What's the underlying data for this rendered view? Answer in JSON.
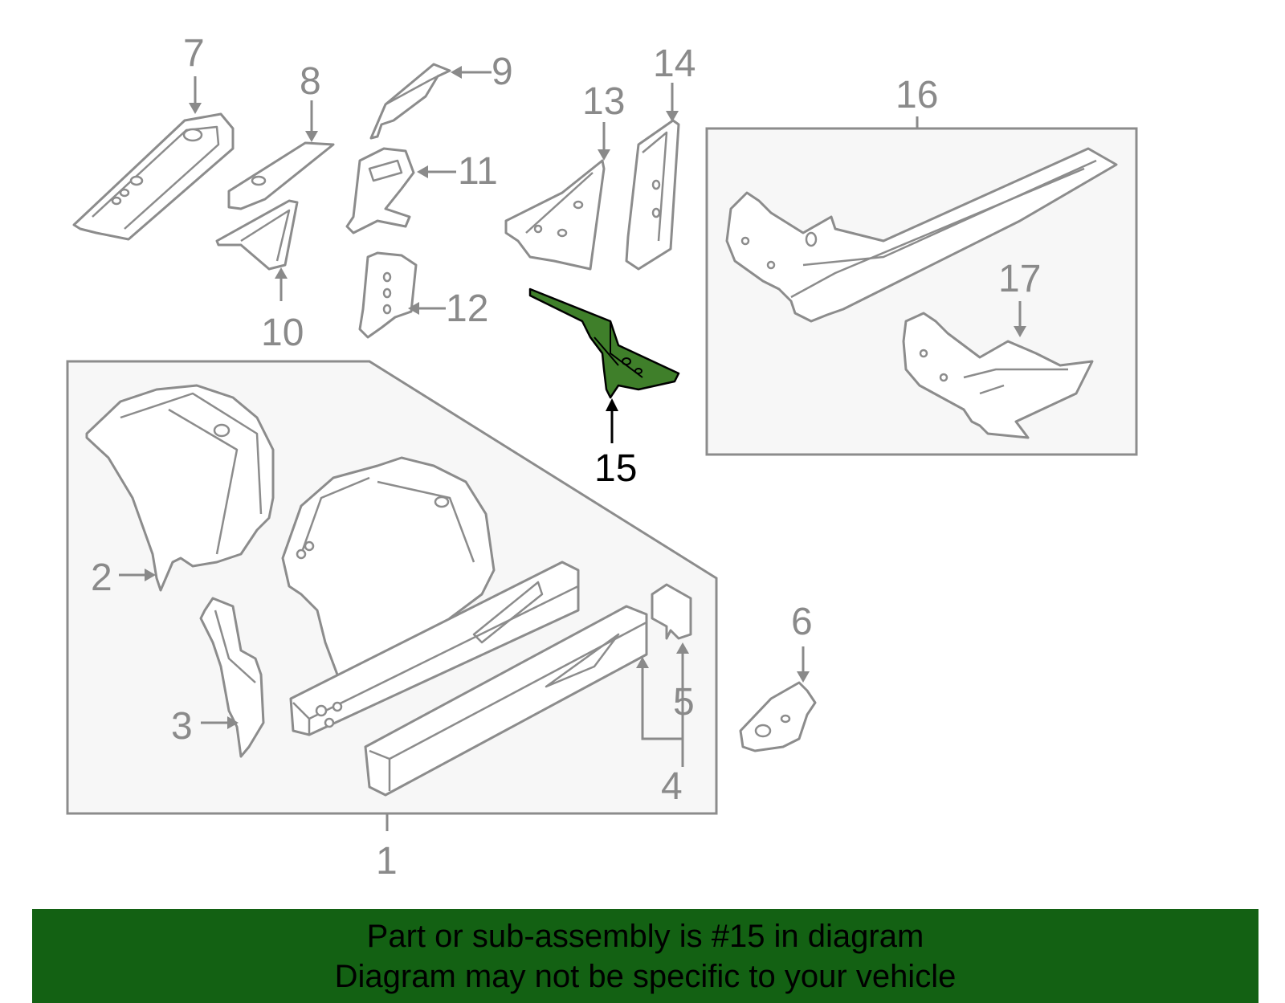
{
  "callouts": {
    "c1": "1",
    "c2": "2",
    "c3": "3",
    "c4": "4",
    "c5": "5",
    "c6": "6",
    "c7": "7",
    "c8": "8",
    "c9": "9",
    "c10": "10",
    "c11": "11",
    "c12": "12",
    "c13": "13",
    "c14": "14",
    "c15": "15",
    "c16": "16",
    "c17": "17"
  },
  "highlighted_part": "15",
  "colors": {
    "highlight_fill": "#3f7f2a",
    "banner": "#136113",
    "line_art": "#8c8c8c"
  },
  "footer": {
    "line1": "Part or sub-assembly is #15 in diagram",
    "line2": "Diagram may not be specific to your vehicle"
  }
}
